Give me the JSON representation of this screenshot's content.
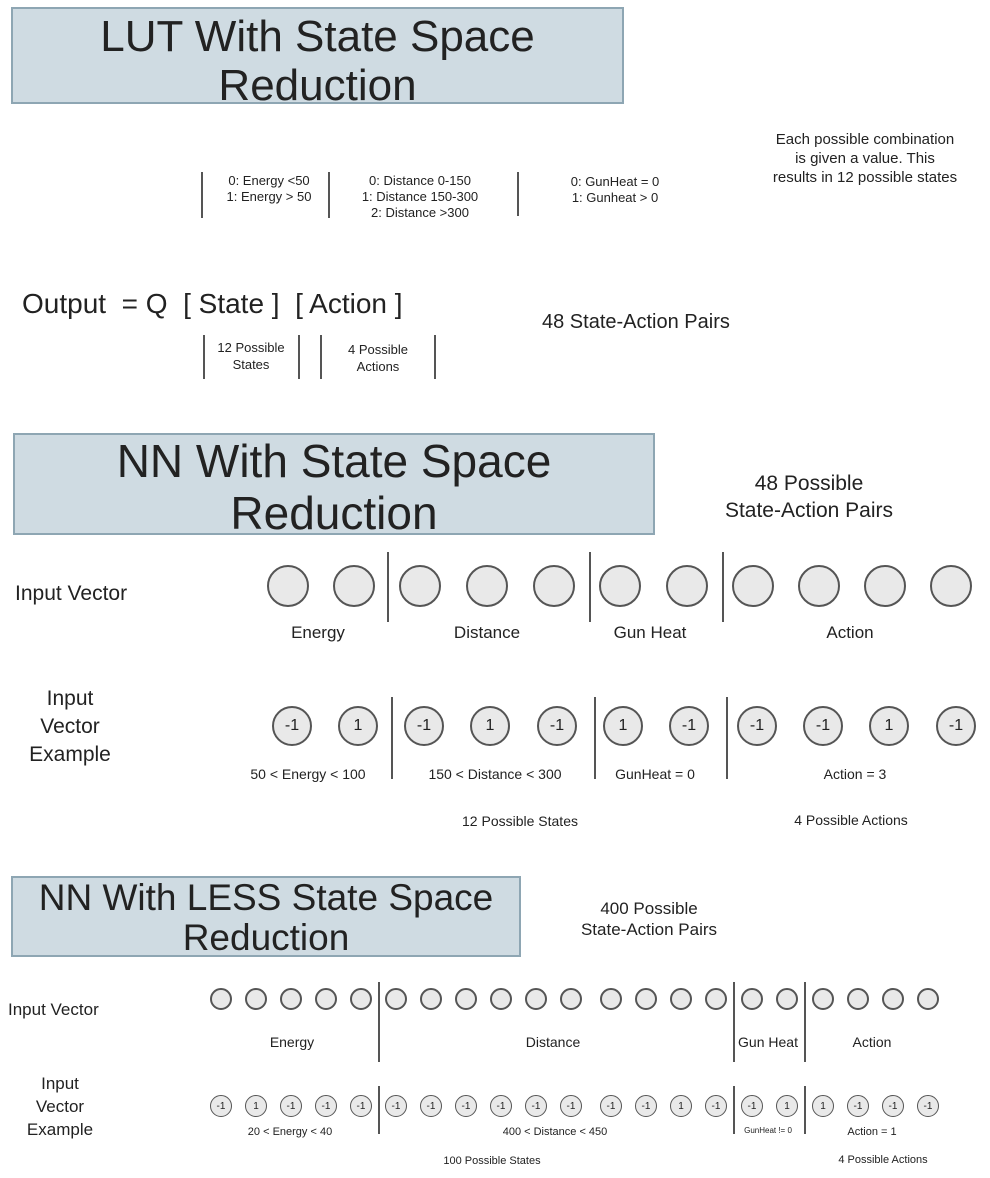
{
  "lut": {
    "title_line1": "LUT With State Space",
    "title_line2": "Reduction",
    "energy_lines": [
      "0: Energy <50",
      "1: Energy > 50"
    ],
    "distance_lines": [
      "0: Distance 0-150",
      "1: Distance  150-300",
      "2: Distance >300"
    ],
    "gunheat_lines": [
      "0: GunHeat = 0",
      "1: Gunheat > 0"
    ],
    "note_lines": [
      "Each possible combination",
      "is given a value. This",
      "results in 12 possible states"
    ],
    "equation": "Output  = Q  [ State ]  [ Action ]",
    "state_lines": [
      "12 Possible",
      "States"
    ],
    "action_lines": [
      "4 Possible",
      "Actions"
    ],
    "pairs": "48 State-Action Pairs"
  },
  "nn1": {
    "title_line1": "NN With State Space",
    "title_line2": "Reduction",
    "pairs_lines": [
      "48 Possible",
      "State-Action Pairs"
    ],
    "input_vector_label": "Input Vector",
    "example_label_lines": [
      "Input",
      "Vector",
      "Example"
    ],
    "group_labels": [
      "Energy",
      "Distance",
      "Gun Heat",
      "Action"
    ],
    "example_values": [
      "-1",
      "1",
      "-1",
      "1",
      "-1",
      "1",
      "-1",
      "-1",
      "-1",
      "1",
      "-1"
    ],
    "condition_labels": [
      "50 < Energy < 100",
      "150 < Distance < 300",
      "GunHeat = 0",
      "Action = 3"
    ],
    "states_label": "12 Possible States",
    "actions_label": "4 Possible Actions"
  },
  "nn2": {
    "title_line1": "NN With LESS State Space",
    "title_line2": "Reduction",
    "pairs_lines": [
      "400 Possible",
      "State-Action Pairs"
    ],
    "input_vector_label": "Input Vector",
    "example_label_lines": [
      "Input",
      "Vector",
      "Example"
    ],
    "group_labels": [
      "Energy",
      "Distance",
      "Gun Heat",
      "Action"
    ],
    "example_values": [
      "-1",
      "1",
      "-1",
      "-1",
      "-1",
      "-1",
      "-1",
      "-1",
      "-1",
      "-1",
      "-1",
      "-1",
      "-1",
      "1",
      "-1",
      "-1",
      "1",
      "1",
      "-1",
      "-1",
      "-1"
    ],
    "condition_labels": [
      "20 < Energy < 40",
      "400 < Distance < 450",
      "GunHeat != 0",
      "Action = 1"
    ],
    "states_label": "100 Possible States",
    "actions_label": "4 Possible Actions"
  }
}
